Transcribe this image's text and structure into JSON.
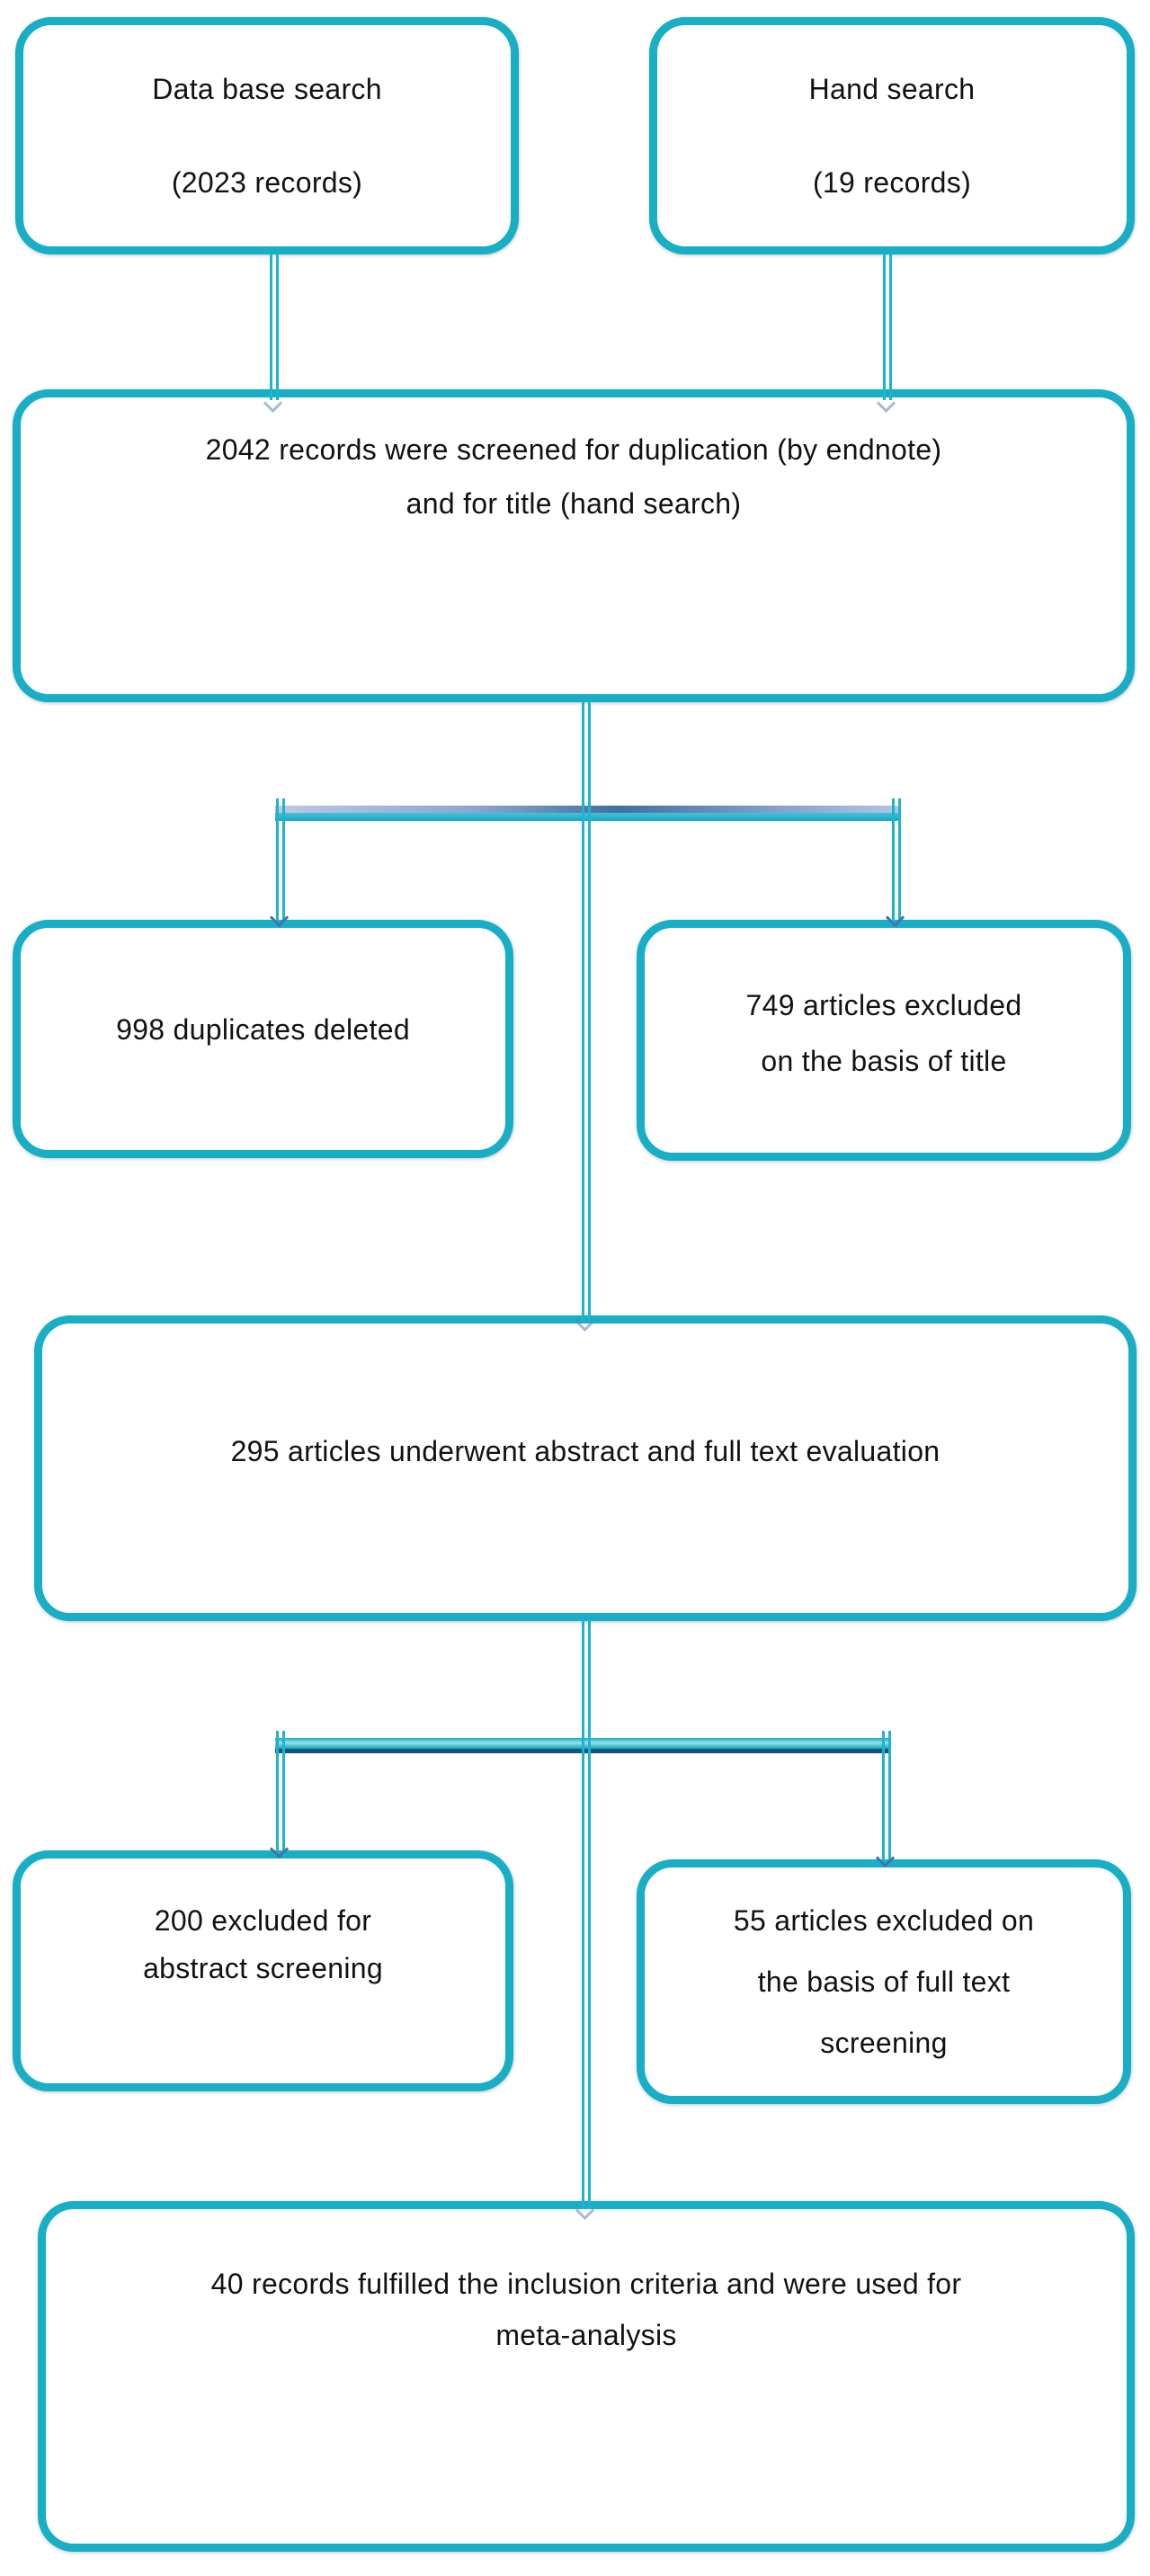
{
  "diagram": {
    "kind": "flowchart",
    "description": "Study selection flow diagram for meta-analysis",
    "colors": {
      "box_border": "#17aec6",
      "connector": "#1fb3cd",
      "branch_steel_overlay": "#41709f",
      "branch_navy_underline": "#15567e",
      "arrowhead": "#4073ae",
      "text": "#121212",
      "background": "#ffffff"
    }
  },
  "nodes": [
    {
      "id": "database-search",
      "lines": [
        "Data base search",
        "(2023 records)"
      ]
    },
    {
      "id": "hand-search",
      "lines": [
        "Hand search",
        "(19 records)"
      ]
    },
    {
      "id": "screening",
      "lines": [
        "2042 records were screened for duplication (by endnote)",
        "and for title (hand search)"
      ]
    },
    {
      "id": "duplicates",
      "lines": [
        "998 duplicates deleted"
      ]
    },
    {
      "id": "title-excluded",
      "lines": [
        "749 articles excluded",
        "on the basis of title"
      ]
    },
    {
      "id": "abstract-fulltext",
      "lines": [
        "295 articles underwent abstract and full text evaluation"
      ]
    },
    {
      "id": "abstract-excluded",
      "lines": [
        "200 excluded for",
        "abstract screening"
      ]
    },
    {
      "id": "fulltext-excluded",
      "lines": [
        "55 articles excluded on",
        "the basis of full text",
        "screening"
      ]
    },
    {
      "id": "included",
      "lines": [
        "40 records fulfilled the inclusion criteria and were used for",
        "meta-analysis"
      ]
    }
  ],
  "edges": [
    {
      "from": "database-search",
      "to": "screening"
    },
    {
      "from": "hand-search",
      "to": "screening"
    },
    {
      "from": "screening",
      "to": "duplicates"
    },
    {
      "from": "screening",
      "to": "title-excluded"
    },
    {
      "from": "screening",
      "to": "abstract-fulltext"
    },
    {
      "from": "abstract-fulltext",
      "to": "abstract-excluded"
    },
    {
      "from": "abstract-fulltext",
      "to": "fulltext-excluded"
    },
    {
      "from": "abstract-fulltext",
      "to": "included"
    }
  ]
}
